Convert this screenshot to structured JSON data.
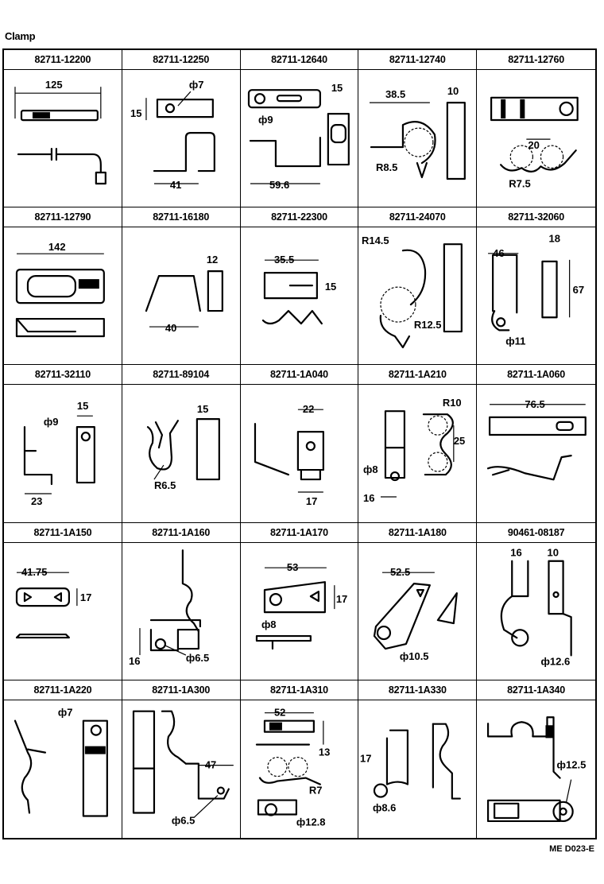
{
  "title": "Clamp",
  "footer_code": "ME D023-E",
  "parts": [
    {
      "part_no": "82711-12200",
      "dims": [
        "125"
      ]
    },
    {
      "part_no": "82711-12250",
      "dims": [
        "ф7",
        "15",
        "41"
      ]
    },
    {
      "part_no": "82711-12640",
      "dims": [
        "ф9",
        "15",
        "59.6"
      ]
    },
    {
      "part_no": "82711-12740",
      "dims": [
        "38.5",
        "10",
        "R8.5"
      ]
    },
    {
      "part_no": "82711-12760",
      "dims": [
        "20",
        "R7.5"
      ]
    },
    {
      "part_no": "82711-12790",
      "dims": [
        "142"
      ]
    },
    {
      "part_no": "82711-16180",
      "dims": [
        "12",
        "40"
      ]
    },
    {
      "part_no": "82711-22300",
      "dims": [
        "35.5",
        "15"
      ]
    },
    {
      "part_no": "82711-24070",
      "dims": [
        "R14.5",
        "R12.5"
      ]
    },
    {
      "part_no": "82711-32060",
      "dims": [
        "46",
        "18",
        "67",
        "ф11"
      ]
    },
    {
      "part_no": "82711-32110",
      "dims": [
        "ф9",
        "15",
        "23"
      ]
    },
    {
      "part_no": "82711-89104",
      "dims": [
        "15",
        "R6.5"
      ]
    },
    {
      "part_no": "82711-1A040",
      "dims": [
        "22",
        "17"
      ]
    },
    {
      "part_no": "82711-1A210",
      "dims": [
        "R10",
        "25",
        "ф8",
        "16"
      ]
    },
    {
      "part_no": "82711-1A060",
      "dims": [
        "76.5"
      ]
    },
    {
      "part_no": "82711-1A150",
      "dims": [
        "41.75",
        "17"
      ]
    },
    {
      "part_no": "82711-1A160",
      "dims": [
        "16",
        "ф6.5"
      ]
    },
    {
      "part_no": "82711-1A170",
      "dims": [
        "53",
        "17",
        "ф8"
      ]
    },
    {
      "part_no": "82711-1A180",
      "dims": [
        "52.5",
        "ф10.5"
      ]
    },
    {
      "part_no": "90461-08187",
      "dims": [
        "16",
        "10",
        "ф12.6"
      ]
    },
    {
      "part_no": "82711-1A220",
      "dims": [
        "ф7"
      ]
    },
    {
      "part_no": "82711-1A300",
      "dims": [
        "47",
        "ф6.5"
      ]
    },
    {
      "part_no": "82711-1A310",
      "dims": [
        "52",
        "13",
        "R7",
        "ф12.8"
      ]
    },
    {
      "part_no": "82711-1A330",
      "dims": [
        "17",
        "ф8.6"
      ]
    },
    {
      "part_no": "82711-1A340",
      "dims": [
        "ф12.5"
      ]
    }
  ]
}
